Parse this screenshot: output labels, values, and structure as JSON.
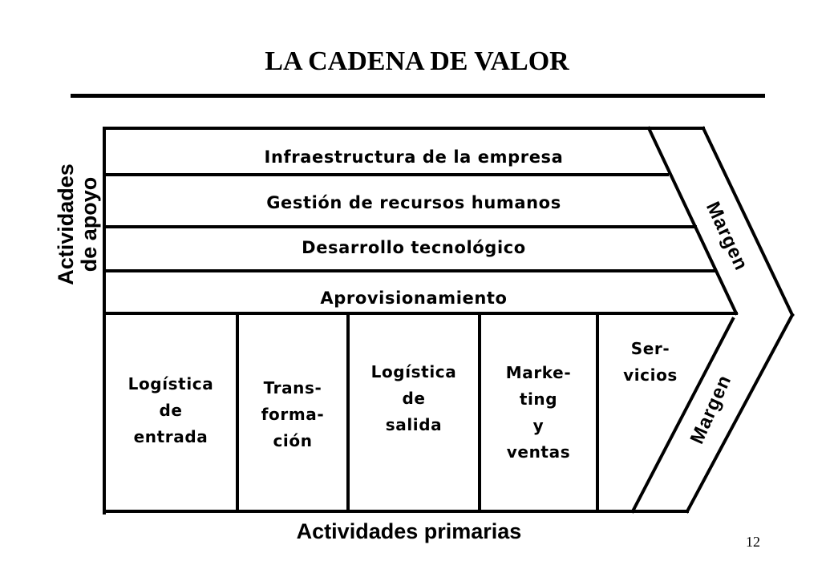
{
  "title": "LA CADENA DE VALOR",
  "support_axis_label": "Actividades\nde apoyo",
  "support_activities": [
    "Infraestructura de la empresa",
    "Gestión de recursos humanos",
    "Desarrollo tecnológico",
    "Aprovisionamiento"
  ],
  "primary_activities": [
    "Logística\nde\nentrada",
    "Trans-\nforma-\nción",
    "Logística\nde\nsalida",
    "Marke-\nting\ny\nventas",
    "Ser-\nvicios"
  ],
  "primary_axis_label": "Actividades primarias",
  "margin_upper": "Margen",
  "margin_lower": "Margen",
  "page_number": "12"
}
